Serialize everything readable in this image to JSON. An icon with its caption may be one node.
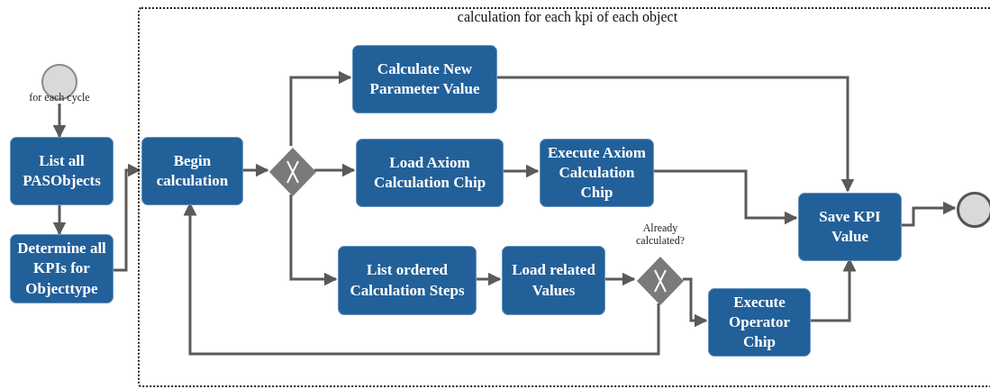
{
  "diagram": {
    "nodes": [
      {
        "text": [
          "for each cycle"
        ]
      },
      {
        "text": [
          "List all PASObjects"
        ]
      },
      {
        "text": [
          "Determine all KPIs for Objecttype"
        ]
      },
      {
        "text": [
          "calculation for each kpi of each object"
        ]
      },
      {
        "text": [
          "Begin calculation"
        ],
        "in": 3
      },
      {
        "text": [],
        "shape": "diamond",
        "in": 3
      },
      {
        "text": [
          "Calculate New Parameter Value"
        ],
        "in": 3
      },
      {
        "text": [
          "Load Axiom Calculation Chip"
        ],
        "in": 3
      },
      {
        "text": [
          "Execute Axiom Calculation Chip"
        ],
        "in": 3
      },
      {
        "text": [
          "List ordered Calculation Steps"
        ],
        "in": 3
      },
      {
        "text": [
          "Load related Values"
        ],
        "in": 3
      },
      {
        "text": [],
        "shape": "diamond",
        "in": 3,
        "beside": [
          "Already calculated?"
        ]
      },
      {
        "text": [
          "Execute Operator Chip"
        ],
        "in": 3
      },
      {
        "text": [
          "Save KPI Value"
        ],
        "in": 3
      },
      {
        "text": [],
        "shape": "circle",
        "in": 3
      }
    ],
    "edges": [
      {
        "from": 0,
        "to": 1,
        "arrow": "to"
      },
      {
        "from": 1,
        "to": 2,
        "arrow": "to"
      },
      {
        "from": 2,
        "to": 4,
        "arrow": "to"
      },
      {
        "from": 4,
        "to": 5,
        "arrow": "to"
      },
      {
        "from": 5,
        "to": 6,
        "arrow": "to"
      },
      {
        "from": 5,
        "to": 7,
        "arrow": "to"
      },
      {
        "from": 5,
        "to": 9,
        "arrow": "to"
      },
      {
        "from": 7,
        "to": 8,
        "arrow": "to"
      },
      {
        "from": 9,
        "to": 10,
        "arrow": "to"
      },
      {
        "from": 10,
        "to": 11,
        "arrow": "to"
      },
      {
        "from": 11,
        "to": 12,
        "arrow": "to"
      },
      {
        "from": 11,
        "to": 4,
        "arrow": "to"
      },
      {
        "from": 6,
        "to": 13,
        "arrow": "to"
      },
      {
        "from": 8,
        "to": 13,
        "arrow": "to"
      },
      {
        "from": 12,
        "to": 13,
        "arrow": "to"
      },
      {
        "from": 13,
        "to": 14,
        "arrow": "to"
      }
    ]
  }
}
